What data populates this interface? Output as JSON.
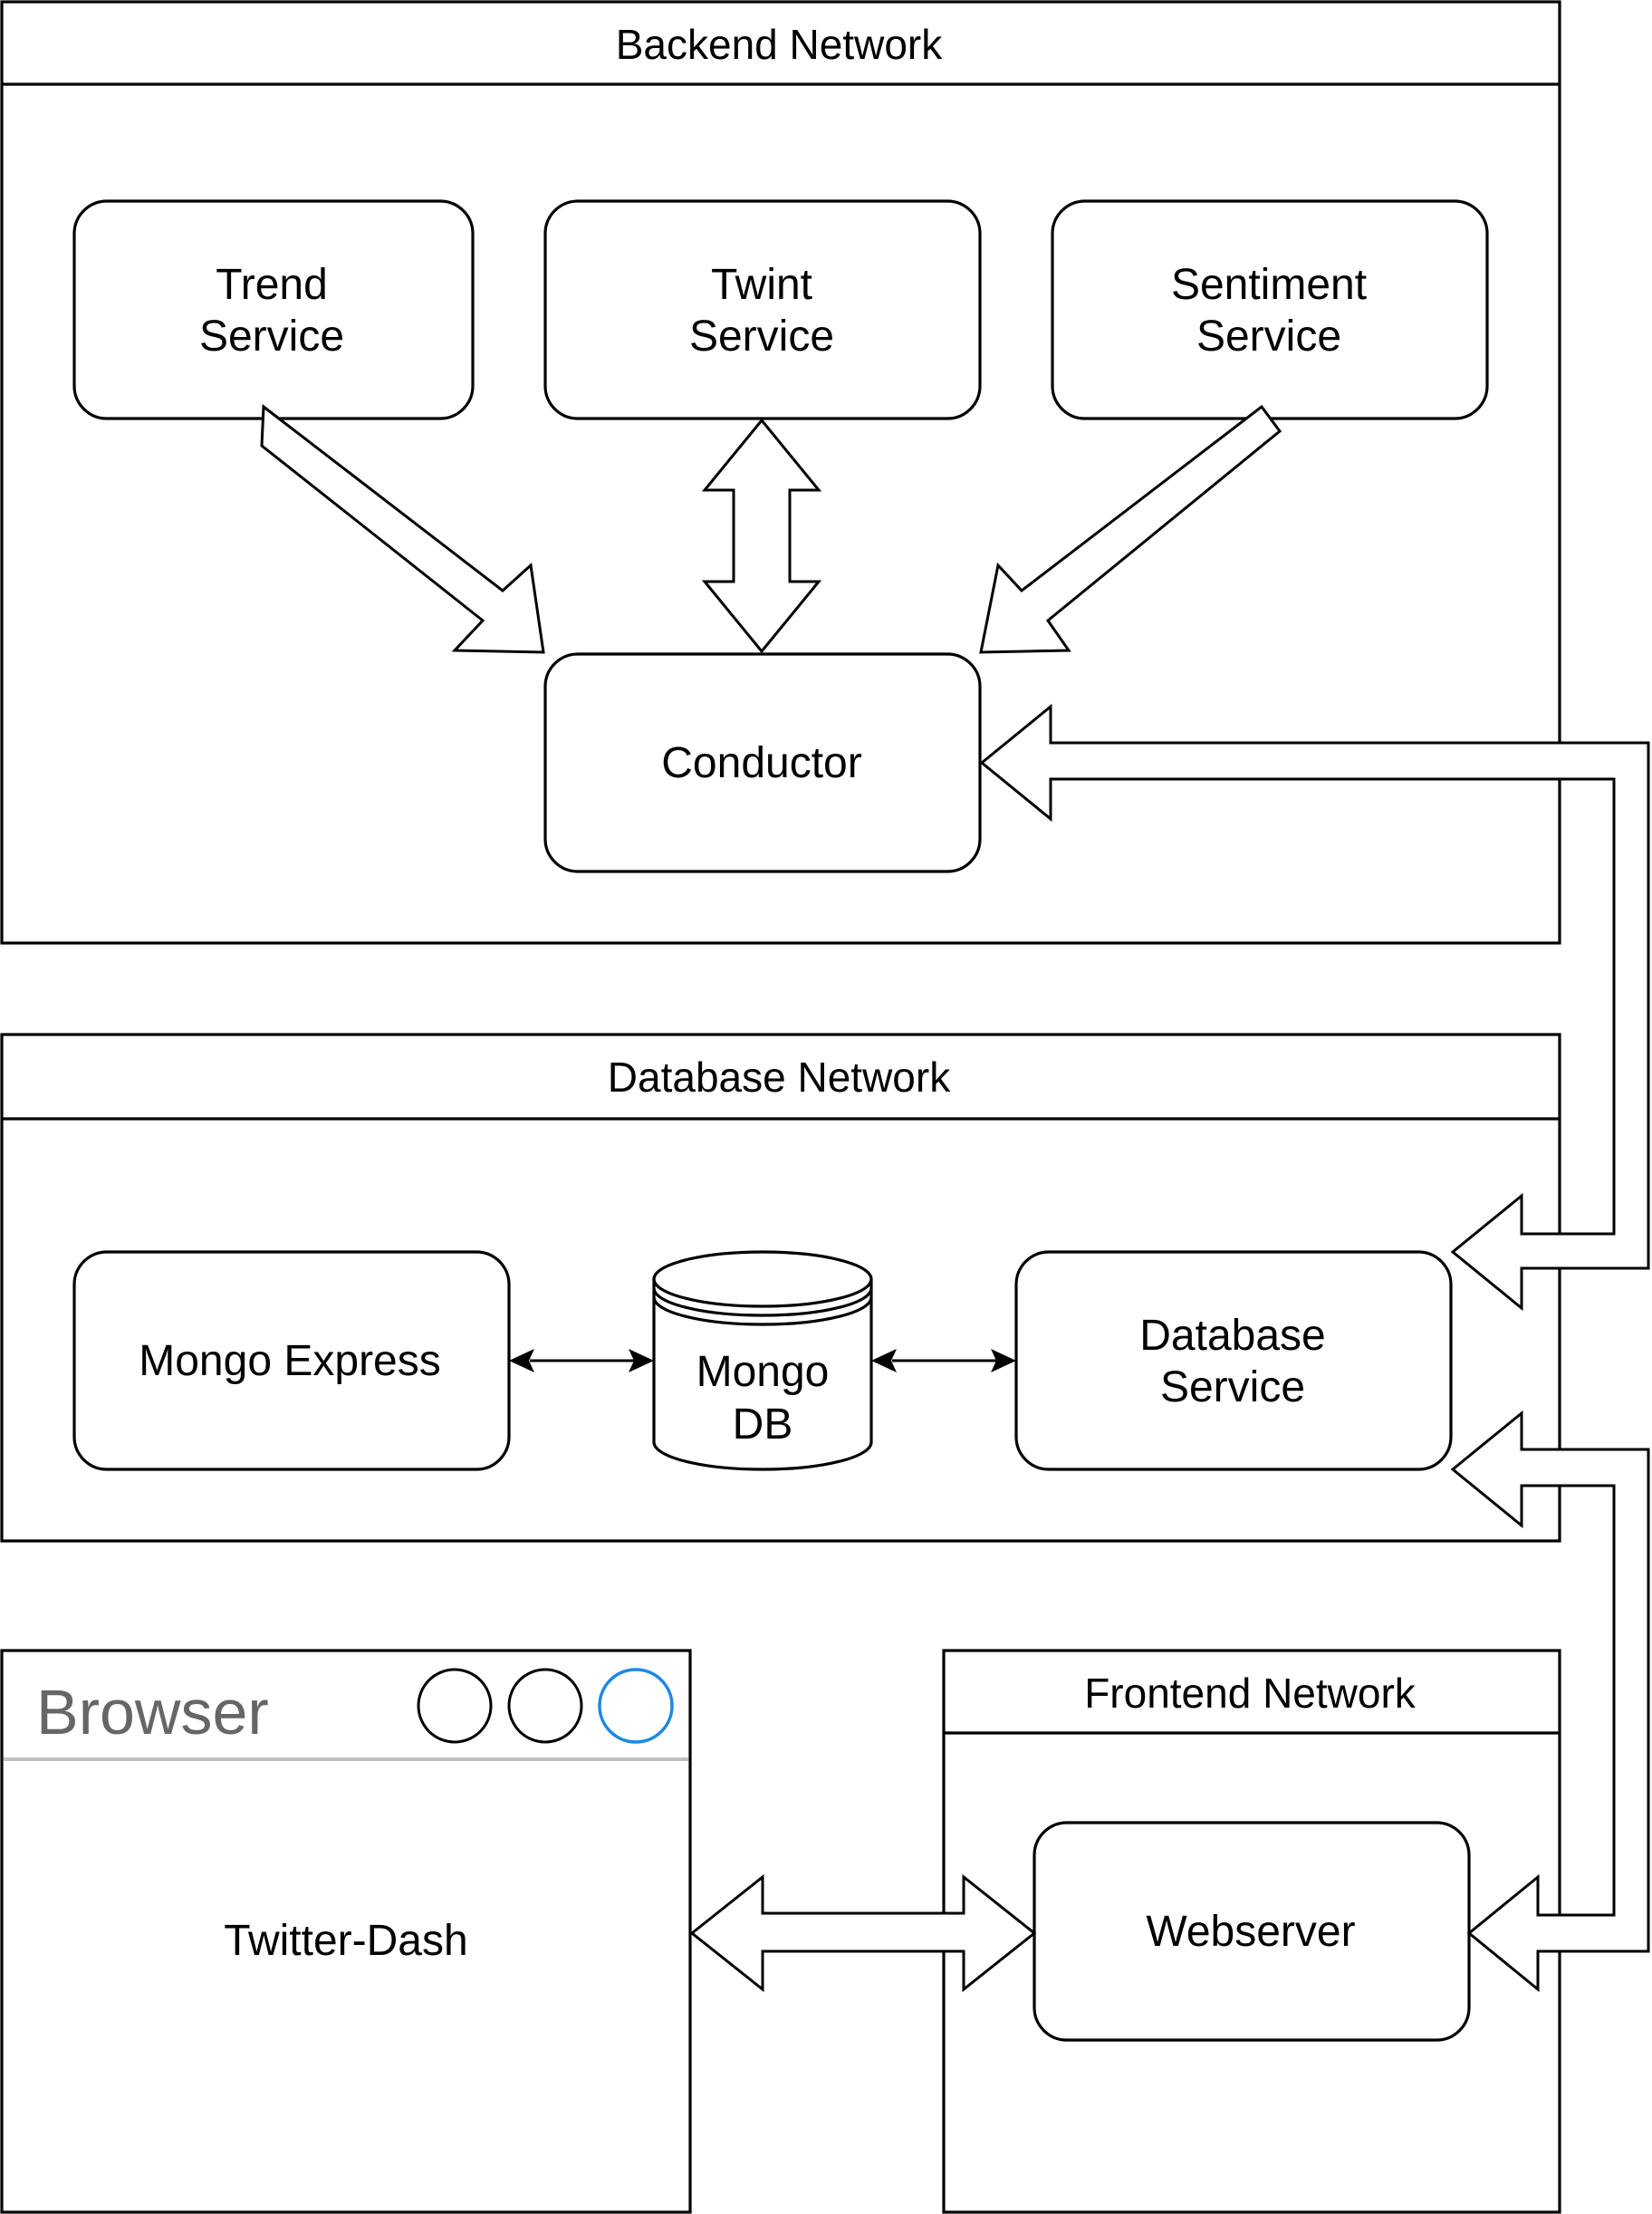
{
  "networks": {
    "backend": {
      "title": "Backend Network"
    },
    "database": {
      "title": "Database Network"
    },
    "frontend": {
      "title": "Frontend Network"
    }
  },
  "nodes": {
    "trend_service": {
      "line1": "Trend",
      "line2": "Service"
    },
    "twint_service": {
      "line1": "Twint",
      "line2": "Service"
    },
    "sentiment_service": {
      "line1": "Sentiment",
      "line2": "Service"
    },
    "conductor": {
      "label": "Conductor"
    },
    "mongo_express": {
      "label": "Mongo Express"
    },
    "mongo_db": {
      "line1": "Mongo",
      "line2": "DB"
    },
    "database_service": {
      "line1": "Database",
      "line2": "Service"
    },
    "webserver": {
      "label": "Webserver"
    }
  },
  "browser": {
    "title": "Browser",
    "content": "Twitter-Dash",
    "title_color": "#666666",
    "accent_circle_color": "#1E88E5"
  }
}
